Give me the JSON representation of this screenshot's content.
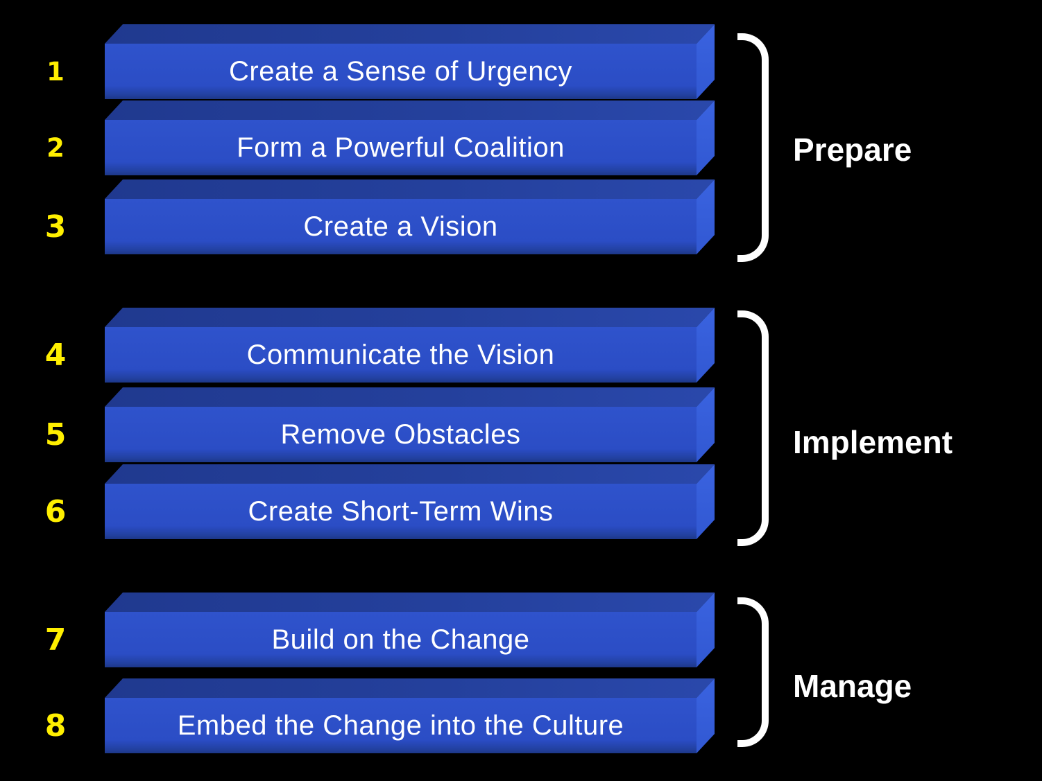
{
  "colors": {
    "background": "#000000",
    "bar_front": "#2b4dc5",
    "bar_top": "#24409c",
    "bar_side": "#3a63e0",
    "bar_text": "#ffffff",
    "number": "#ffef00",
    "bracket": "#ffffff",
    "label_text": "#ffffff"
  },
  "groups": [
    {
      "name": "Prepare",
      "steps": [
        {
          "number": "1",
          "label": "Create a Sense of Urgency"
        },
        {
          "number": "2",
          "label": "Form a Powerful Coalition"
        },
        {
          "number": "3",
          "label": "Create a Vision"
        }
      ]
    },
    {
      "name": "Implement",
      "steps": [
        {
          "number": "4",
          "label": "Communicate the Vision"
        },
        {
          "number": "5",
          "label": "Remove Obstacles"
        },
        {
          "number": "6",
          "label": "Create Short-Term Wins"
        }
      ]
    },
    {
      "name": "Manage",
      "steps": [
        {
          "number": "7",
          "label": "Build on the Change"
        },
        {
          "number": "8",
          "label": "Embed the Change into the Culture"
        }
      ]
    }
  ]
}
